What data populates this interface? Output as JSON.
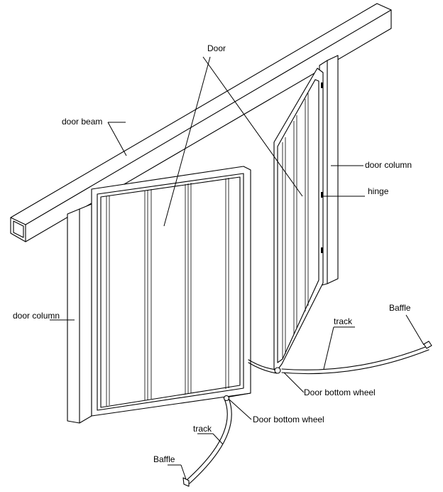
{
  "labels": {
    "door_top": "Door",
    "door_beam": "door beam",
    "door_column_right": "door column",
    "hinge": "hinge",
    "door_column_left": "door column",
    "baffle_right": "Baffle",
    "track_right": "track",
    "door_bottom_wheel_right": "Door bottom wheel",
    "door_bottom_wheel_left": "Door bottom wheel",
    "track_left": "track",
    "baffle_left": "Baffle"
  }
}
